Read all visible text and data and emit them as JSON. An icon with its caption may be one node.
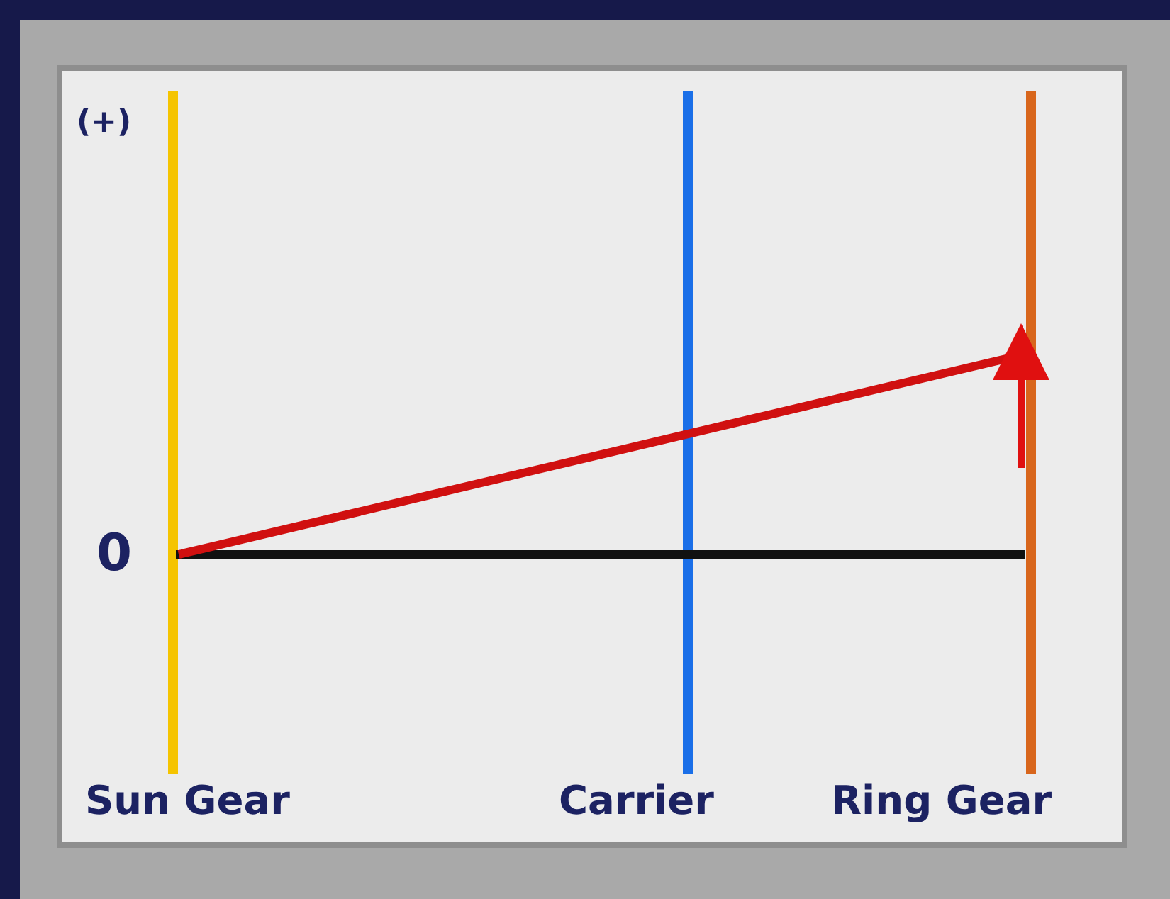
{
  "diagram": {
    "labels": [
      "(+)",
      "0",
      "Sun Gear",
      "Carrier",
      "Ring Gear"
    ]
  }
}
